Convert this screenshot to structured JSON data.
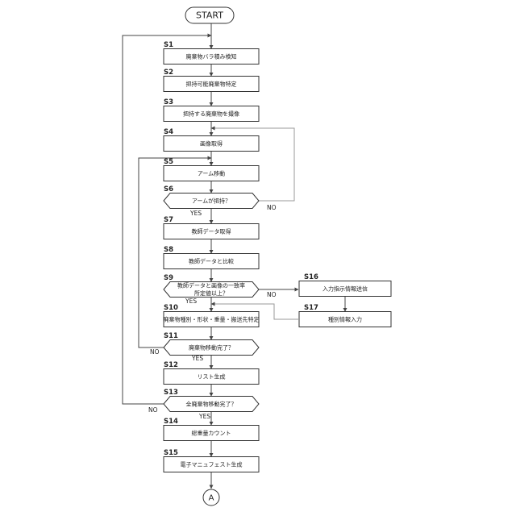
{
  "start": "START",
  "connector": "A",
  "labels": {
    "yes": "YES",
    "no": "NO"
  },
  "steps": [
    {
      "id": "S1",
      "text": "廃棄物バラ積み検知"
    },
    {
      "id": "S2",
      "text": "把持可能廃棄物特定"
    },
    {
      "id": "S3",
      "text": "把持する廃棄物を撮像"
    },
    {
      "id": "S4",
      "text": "画像取得"
    },
    {
      "id": "S5",
      "text": "アーム移動"
    },
    {
      "id": "S6",
      "text": "アームが把持？"
    },
    {
      "id": "S7",
      "text": "教師データ取得"
    },
    {
      "id": "S8",
      "text": "教師データと比較"
    },
    {
      "id": "S9",
      "text": [
        "教師データと画像の一致率",
        "所定値以上？"
      ]
    },
    {
      "id": "S10",
      "text": "廃棄物種別・形状・重量・搬送先特定"
    },
    {
      "id": "S11",
      "text": "廃棄物移動完了？"
    },
    {
      "id": "S12",
      "text": "リスト生成"
    },
    {
      "id": "S13",
      "text": "全廃棄物移動完了？"
    },
    {
      "id": "S14",
      "text": "総重量カウント"
    },
    {
      "id": "S15",
      "text": "電子マニュフェスト生成"
    },
    {
      "id": "S16",
      "text": "入力指示情報送信"
    },
    {
      "id": "S17",
      "text": "種別情報入力"
    }
  ]
}
